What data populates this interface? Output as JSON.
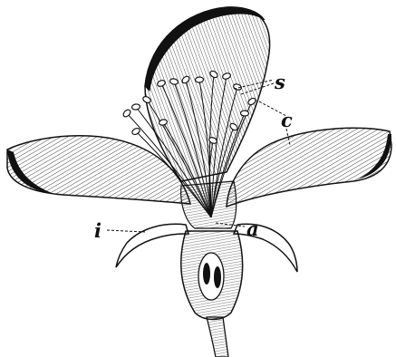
{
  "figure": {
    "subject": "flower-longitudinal-section-illustration",
    "ink_color": "#111111",
    "paper_color": "#ffffff"
  },
  "labels": {
    "s": "s",
    "c": "c",
    "i": "i",
    "a": "a"
  }
}
